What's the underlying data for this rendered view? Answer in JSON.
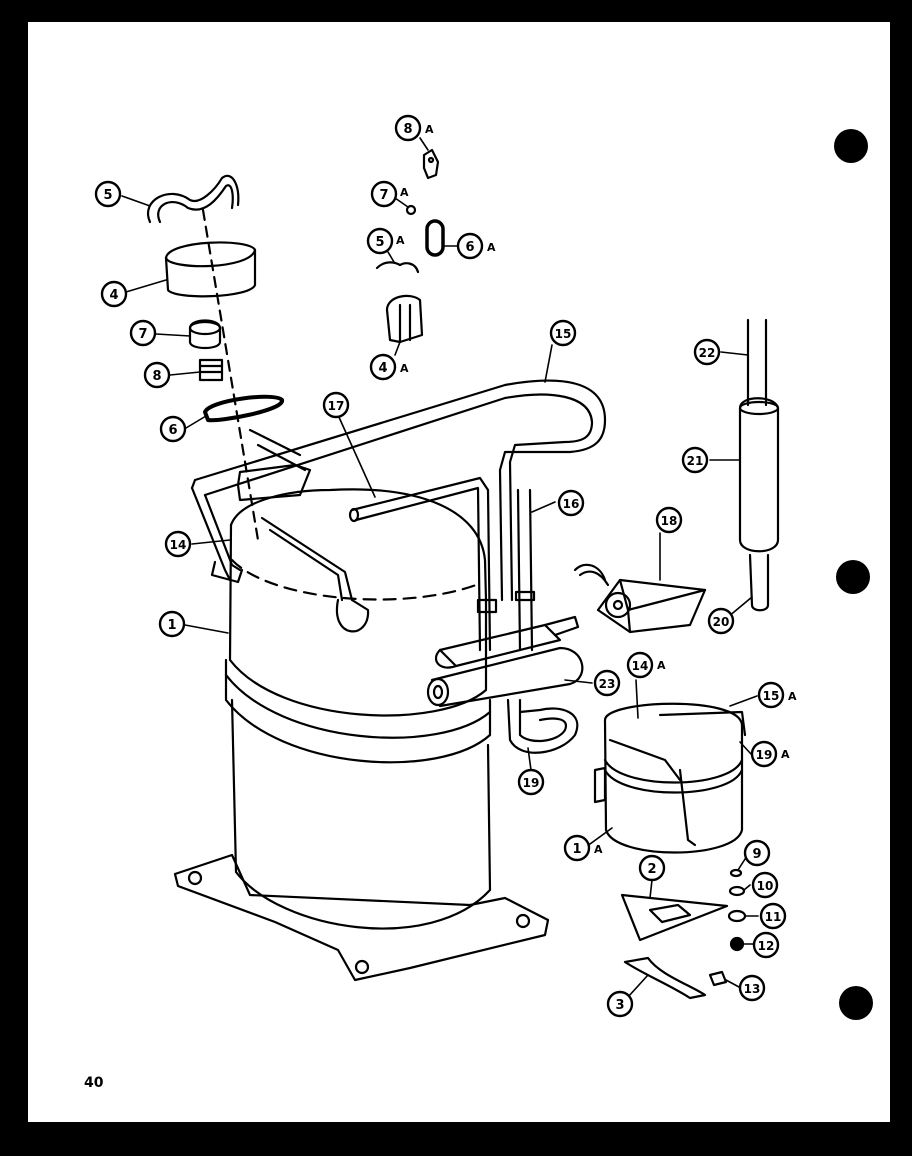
{
  "page_number": "40",
  "callouts": [
    {
      "id": "c5",
      "num": "5",
      "suffix": ""
    },
    {
      "id": "c4",
      "num": "4",
      "suffix": ""
    },
    {
      "id": "c7",
      "num": "7",
      "suffix": ""
    },
    {
      "id": "c8",
      "num": "8",
      "suffix": ""
    },
    {
      "id": "c6",
      "num": "6",
      "suffix": ""
    },
    {
      "id": "c17",
      "num": "17",
      "suffix": ""
    },
    {
      "id": "c14",
      "num": "14",
      "suffix": ""
    },
    {
      "id": "c1",
      "num": "1",
      "suffix": ""
    },
    {
      "id": "c8a",
      "num": "8",
      "suffix": "A"
    },
    {
      "id": "c7a",
      "num": "7",
      "suffix": "A"
    },
    {
      "id": "c5a",
      "num": "5",
      "suffix": "A"
    },
    {
      "id": "c6a",
      "num": "6",
      "suffix": "A"
    },
    {
      "id": "c4a",
      "num": "4",
      "suffix": "A"
    },
    {
      "id": "c15",
      "num": "15",
      "suffix": ""
    },
    {
      "id": "c16",
      "num": "16",
      "suffix": ""
    },
    {
      "id": "c18",
      "num": "18",
      "suffix": ""
    },
    {
      "id": "c22",
      "num": "22",
      "suffix": ""
    },
    {
      "id": "c21",
      "num": "21",
      "suffix": ""
    },
    {
      "id": "c20",
      "num": "20",
      "suffix": ""
    },
    {
      "id": "c23",
      "num": "23",
      "suffix": ""
    },
    {
      "id": "c19",
      "num": "19",
      "suffix": ""
    },
    {
      "id": "c14a",
      "num": "14",
      "suffix": "A"
    },
    {
      "id": "c15a",
      "num": "15",
      "suffix": "A"
    },
    {
      "id": "c19a",
      "num": "19",
      "suffix": "A"
    },
    {
      "id": "c1a",
      "num": "1",
      "suffix": "A"
    },
    {
      "id": "c2",
      "num": "2",
      "suffix": ""
    },
    {
      "id": "c9",
      "num": "9",
      "suffix": ""
    },
    {
      "id": "c10",
      "num": "10",
      "suffix": ""
    },
    {
      "id": "c11",
      "num": "11",
      "suffix": ""
    },
    {
      "id": "c12",
      "num": "12",
      "suffix": ""
    },
    {
      "id": "c3",
      "num": "3",
      "suffix": ""
    },
    {
      "id": "c13",
      "num": "13",
      "suffix": ""
    }
  ]
}
